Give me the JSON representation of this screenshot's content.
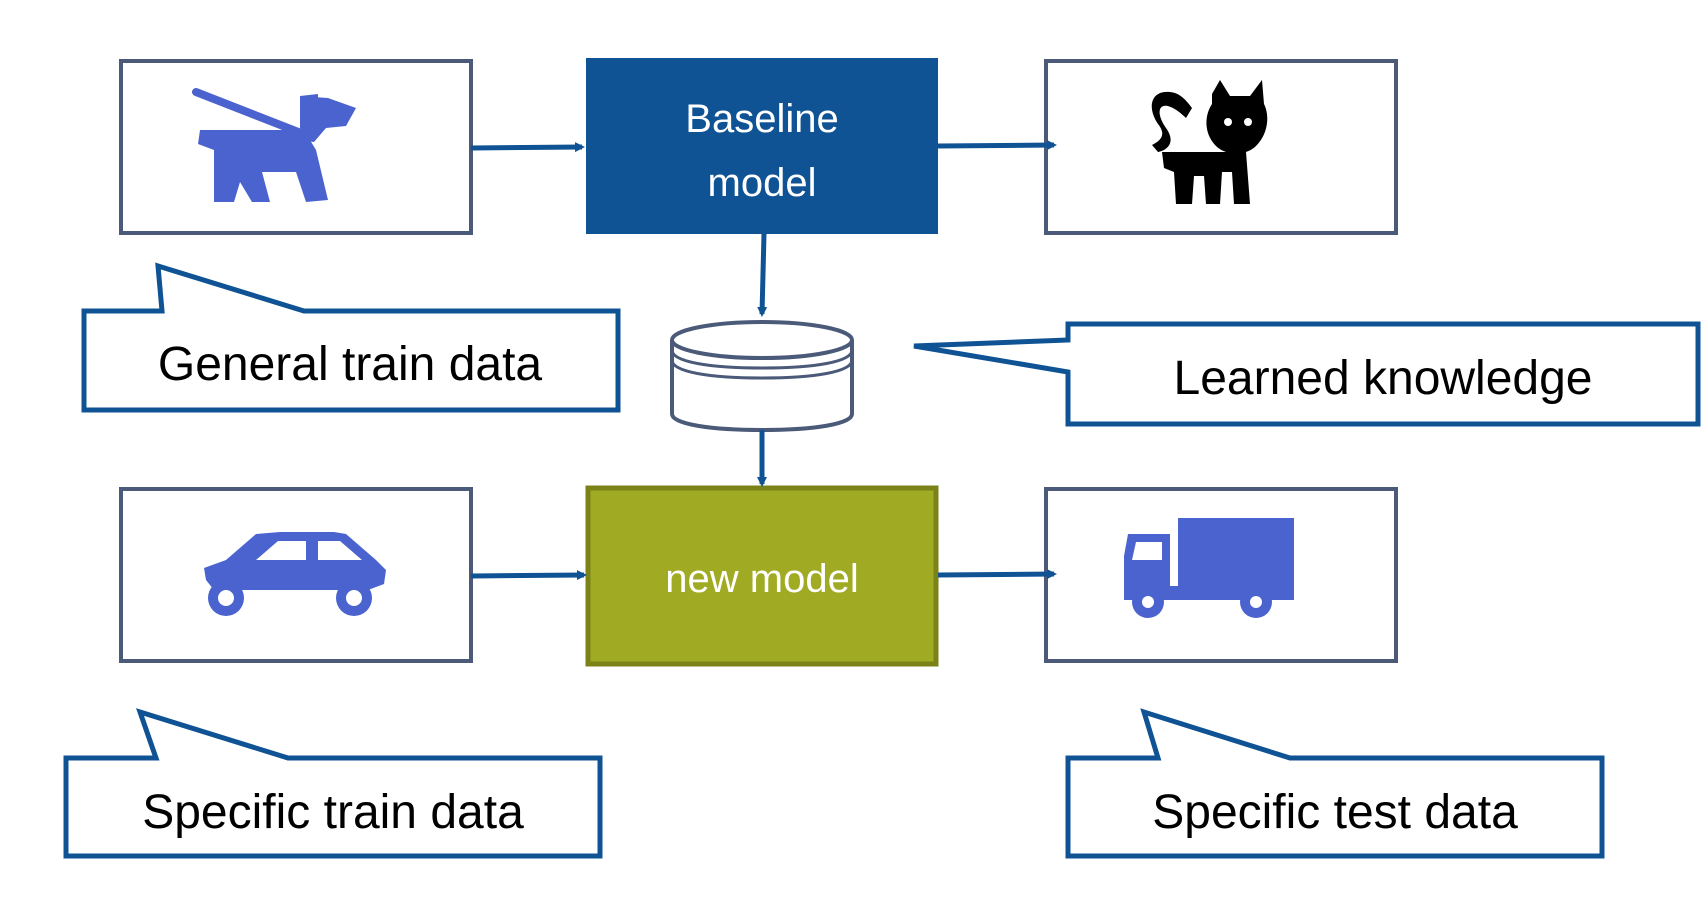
{
  "colors": {
    "arrow": "#0f5394",
    "icon_blue": "#4b63cf",
    "icon_black": "#000000",
    "baseline_fill": "#0f5394",
    "new_model_fill": "#a0aa22",
    "new_model_border": "#7a8218",
    "image_box_border": "#4a5a78",
    "callout_border": "#0f5394"
  },
  "nodes": {
    "baseline_model": {
      "line1": "Baseline",
      "line2": "model"
    },
    "new_model": {
      "label": "new model"
    },
    "knowledge_store": {
      "icon": "database-icon"
    }
  },
  "images": {
    "general_train": {
      "icon": "dog-on-leash-icon"
    },
    "baseline_output": {
      "icon": "cat-icon"
    },
    "specific_train": {
      "icon": "car-icon"
    },
    "specific_test": {
      "icon": "truck-icon"
    }
  },
  "callouts": {
    "general_train": "General train data",
    "learned_knowledge": "Learned knowledge",
    "specific_train": "Specific train data",
    "specific_test": "Specific test data"
  }
}
